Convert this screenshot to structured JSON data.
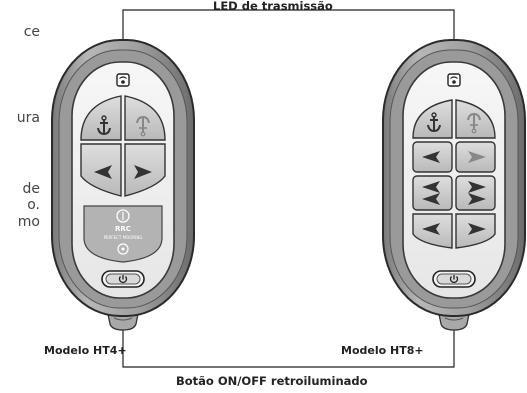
{
  "labels": {
    "led": "LED de trasmissão",
    "button": "Botão ON/OFF retroiluminado",
    "model_left": "Modelo HT4+",
    "model_right": "Modelo HT8+"
  },
  "cut_text": {
    "line1": "ce",
    "line2": "ura",
    "line3": "de",
    "line4": "o.",
    "line5": "mo"
  },
  "logo": {
    "brand": "RRC",
    "tagline": "PERFECT MOORING"
  },
  "icons": {
    "led": "led-icon",
    "anchor_down": "anchor-down-icon",
    "anchor_up": "anchor-up-icon",
    "arrow_left": "arrow-left-icon",
    "arrow_right": "arrow-right-icon",
    "double_left": "double-arrow-left-icon",
    "double_right": "double-arrow-right-icon",
    "power": "power-icon"
  }
}
